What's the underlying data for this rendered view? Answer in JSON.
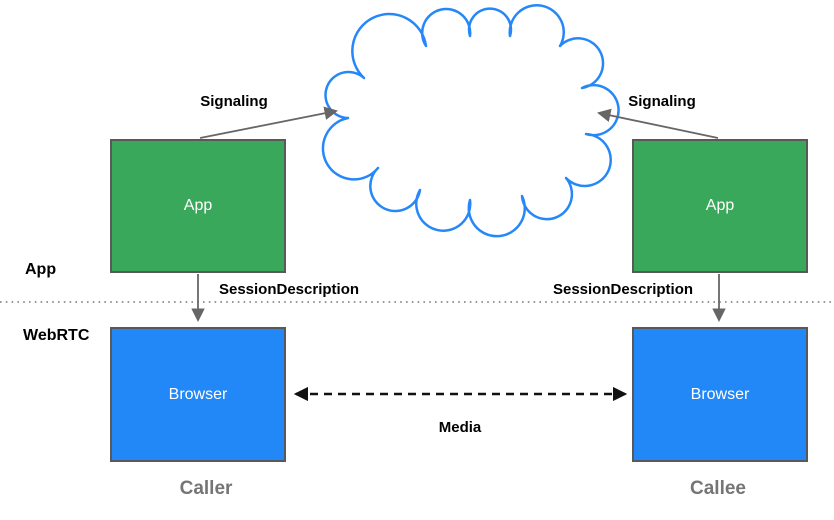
{
  "layer_labels": {
    "app": "App",
    "webrtc": "WebRTC"
  },
  "nodes": {
    "caller_app": "App",
    "callee_app": "App",
    "caller_browser": "Browser",
    "callee_browser": "Browser"
  },
  "edge_labels": {
    "signaling_left": "Signaling",
    "signaling_right": "Signaling",
    "session_description_left": "SessionDescription",
    "session_description_right": "SessionDescription",
    "media": "Media"
  },
  "role_labels": {
    "caller": "Caller",
    "callee": "Callee"
  },
  "colors": {
    "app_box_fill": "#3aa85b",
    "browser_box_fill": "#2287f7",
    "box_border": "#595959",
    "cloud_stroke": "#2688f8",
    "signal_arrow": "#666666",
    "media_arrow": "#111111",
    "divider_dots": "#777777",
    "role_text": "#757575"
  }
}
